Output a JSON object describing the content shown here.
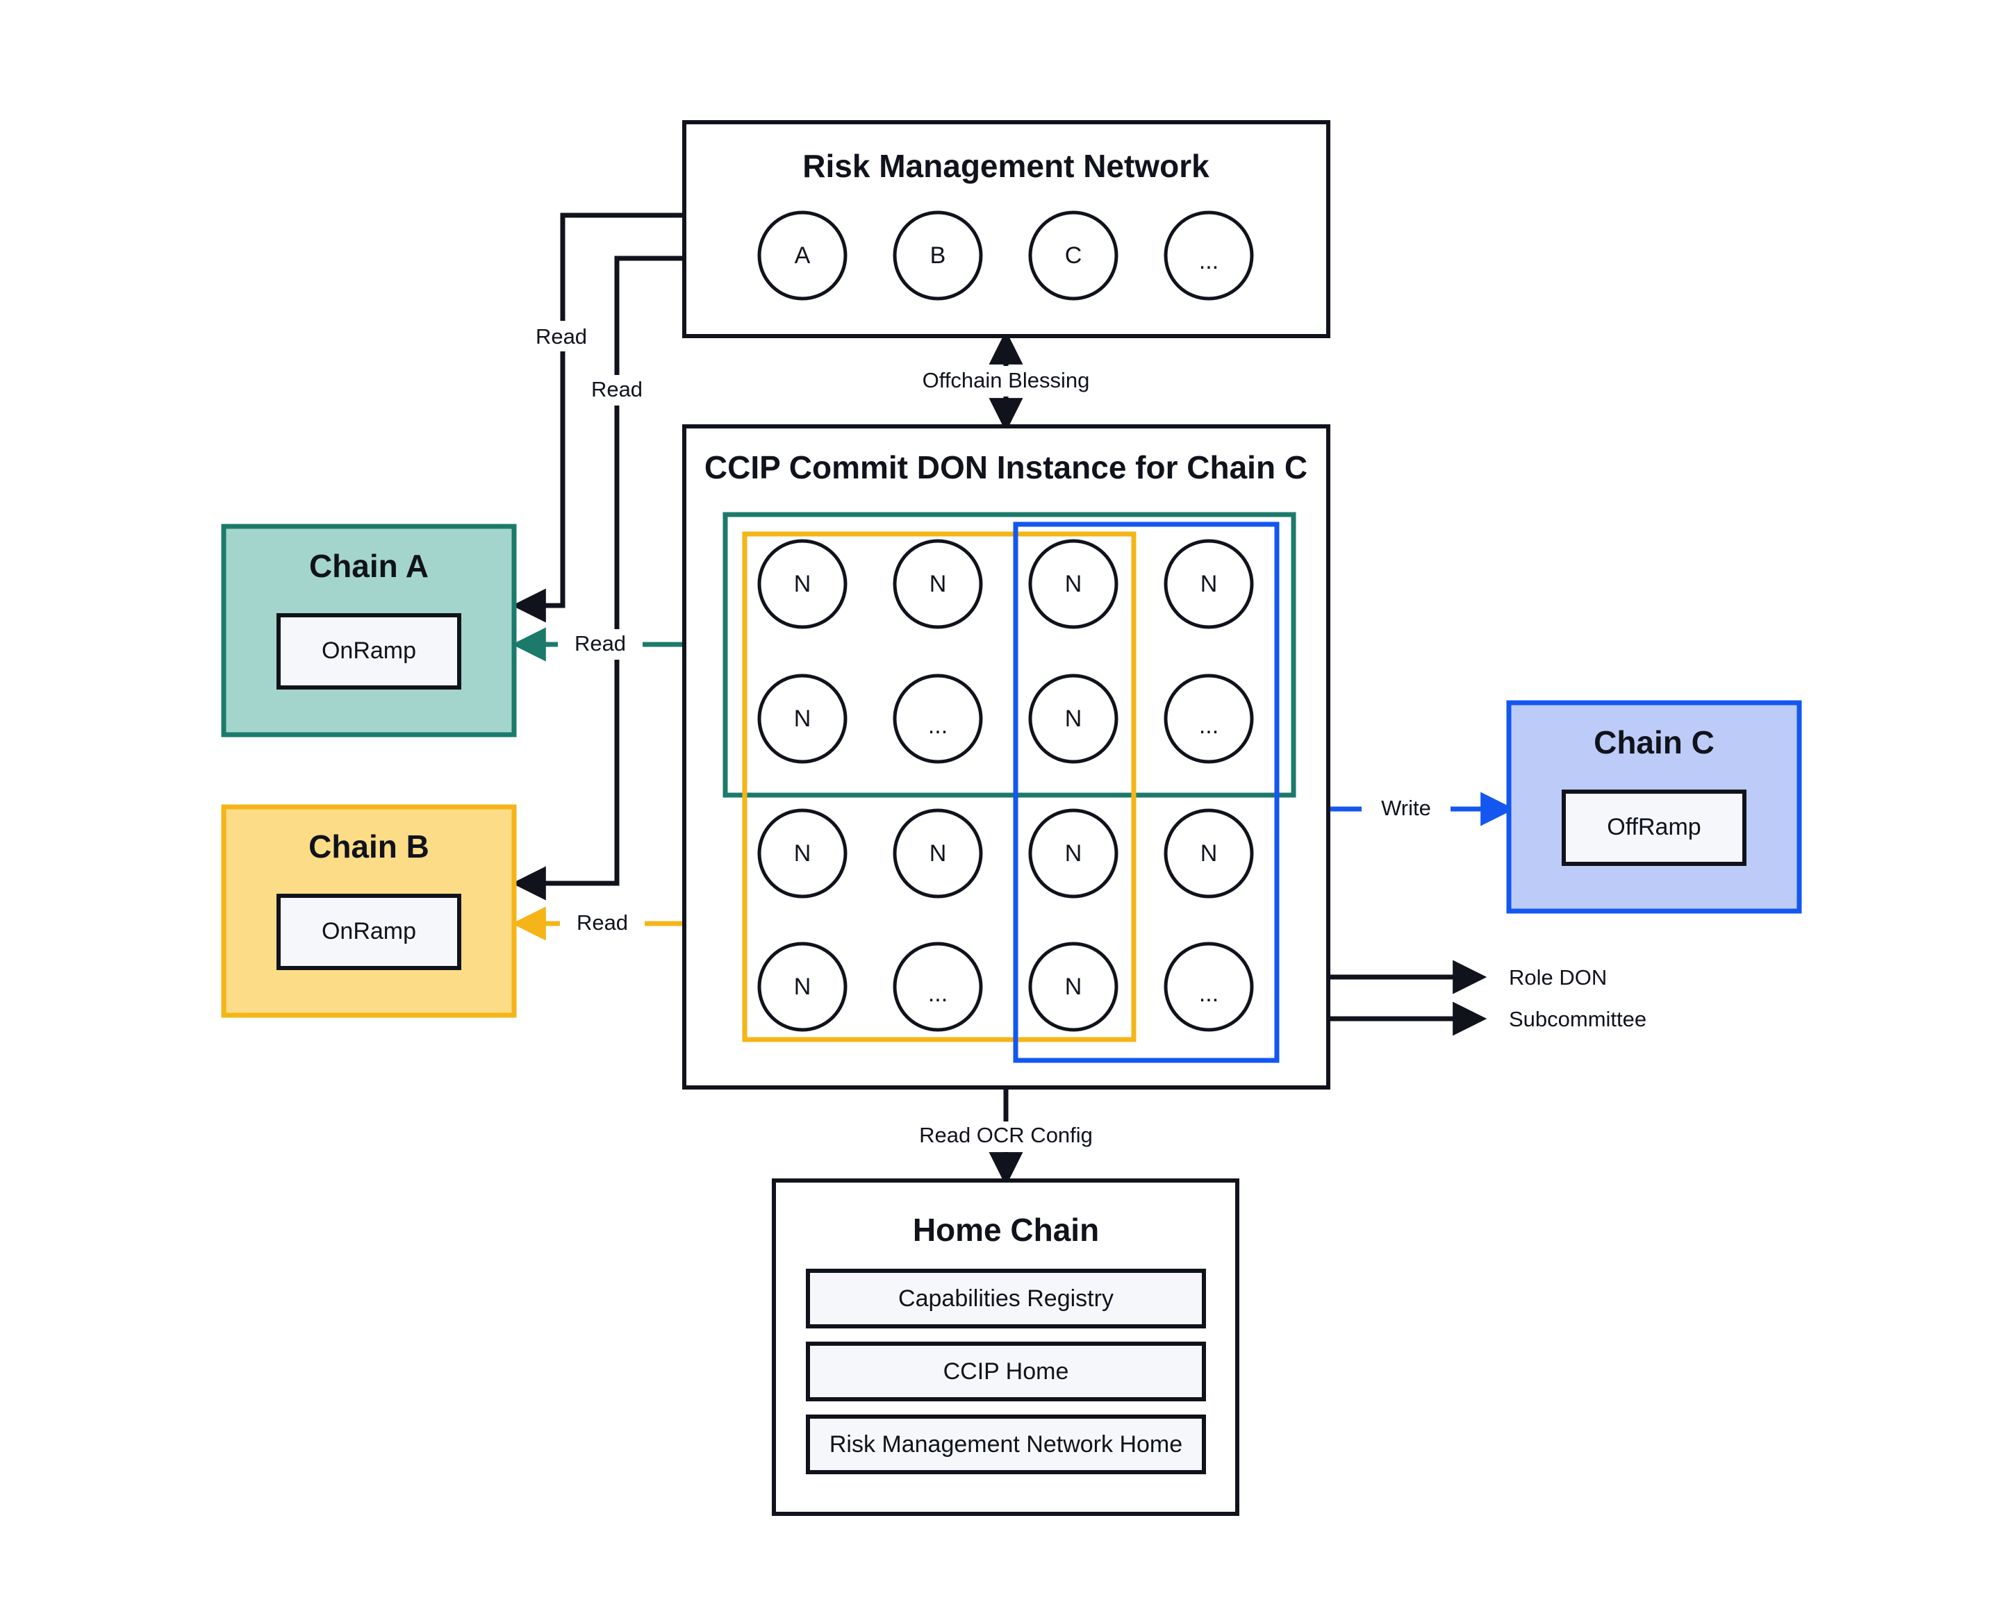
{
  "diagram": {
    "title": "CCIP Commit DON architecture",
    "colors": {
      "ink": "#10131c",
      "teal_border": "#1c7a6b",
      "teal_fill": "#a3d5cc",
      "orange_border": "#f5b518",
      "orange_fill": "#fcdc86",
      "blue_border": "#1357f0",
      "blue_fill": "#bdcbf8",
      "chip_fill": "#f6f7fb",
      "panel_fill": "#ffffff"
    }
  },
  "risk_management_network": {
    "title": "Risk Management Network",
    "nodes": [
      {
        "label": "A"
      },
      {
        "label": "B"
      },
      {
        "label": "C"
      },
      {
        "label": "..."
      }
    ]
  },
  "commit_don": {
    "title": "CCIP Commit DON Instance for Chain C",
    "node_rows": [
      [
        {
          "label": "N"
        },
        {
          "label": "N"
        },
        {
          "label": "N"
        },
        {
          "label": "N"
        }
      ],
      [
        {
          "label": "N"
        },
        {
          "label": "..."
        },
        {
          "label": "N"
        },
        {
          "label": "..."
        }
      ],
      [
        {
          "label": "N"
        },
        {
          "label": "N"
        },
        {
          "label": "N"
        },
        {
          "label": "N"
        }
      ],
      [
        {
          "label": "N"
        },
        {
          "label": "..."
        },
        {
          "label": "N"
        },
        {
          "label": "..."
        }
      ]
    ],
    "groups": [
      {
        "name": "teal-group",
        "color": "#1c7a6b"
      },
      {
        "name": "orange-group",
        "color": "#f5b518"
      },
      {
        "name": "blue-group",
        "color": "#1357f0"
      }
    ]
  },
  "chain_a": {
    "title": "Chain A",
    "contract": "OnRamp"
  },
  "chain_b": {
    "title": "Chain B",
    "contract": "OnRamp"
  },
  "chain_c": {
    "title": "Chain C",
    "contract": "OffRamp"
  },
  "home_chain": {
    "title": "Home Chain",
    "contracts": [
      {
        "label": "Capabilities Registry"
      },
      {
        "label": "CCIP Home"
      },
      {
        "label": "Risk Management Network Home"
      }
    ]
  },
  "edges": {
    "rmn_read_a": "Read",
    "rmn_read_b": "Read",
    "offchain_blessing": "Offchain Blessing",
    "don_read_a": "Read",
    "don_read_b": "Read",
    "don_write_c": "Write",
    "read_ocr_config": "Read OCR Config"
  },
  "legend": {
    "role_don": "Role DON",
    "subcommittee": "Subcommittee"
  }
}
